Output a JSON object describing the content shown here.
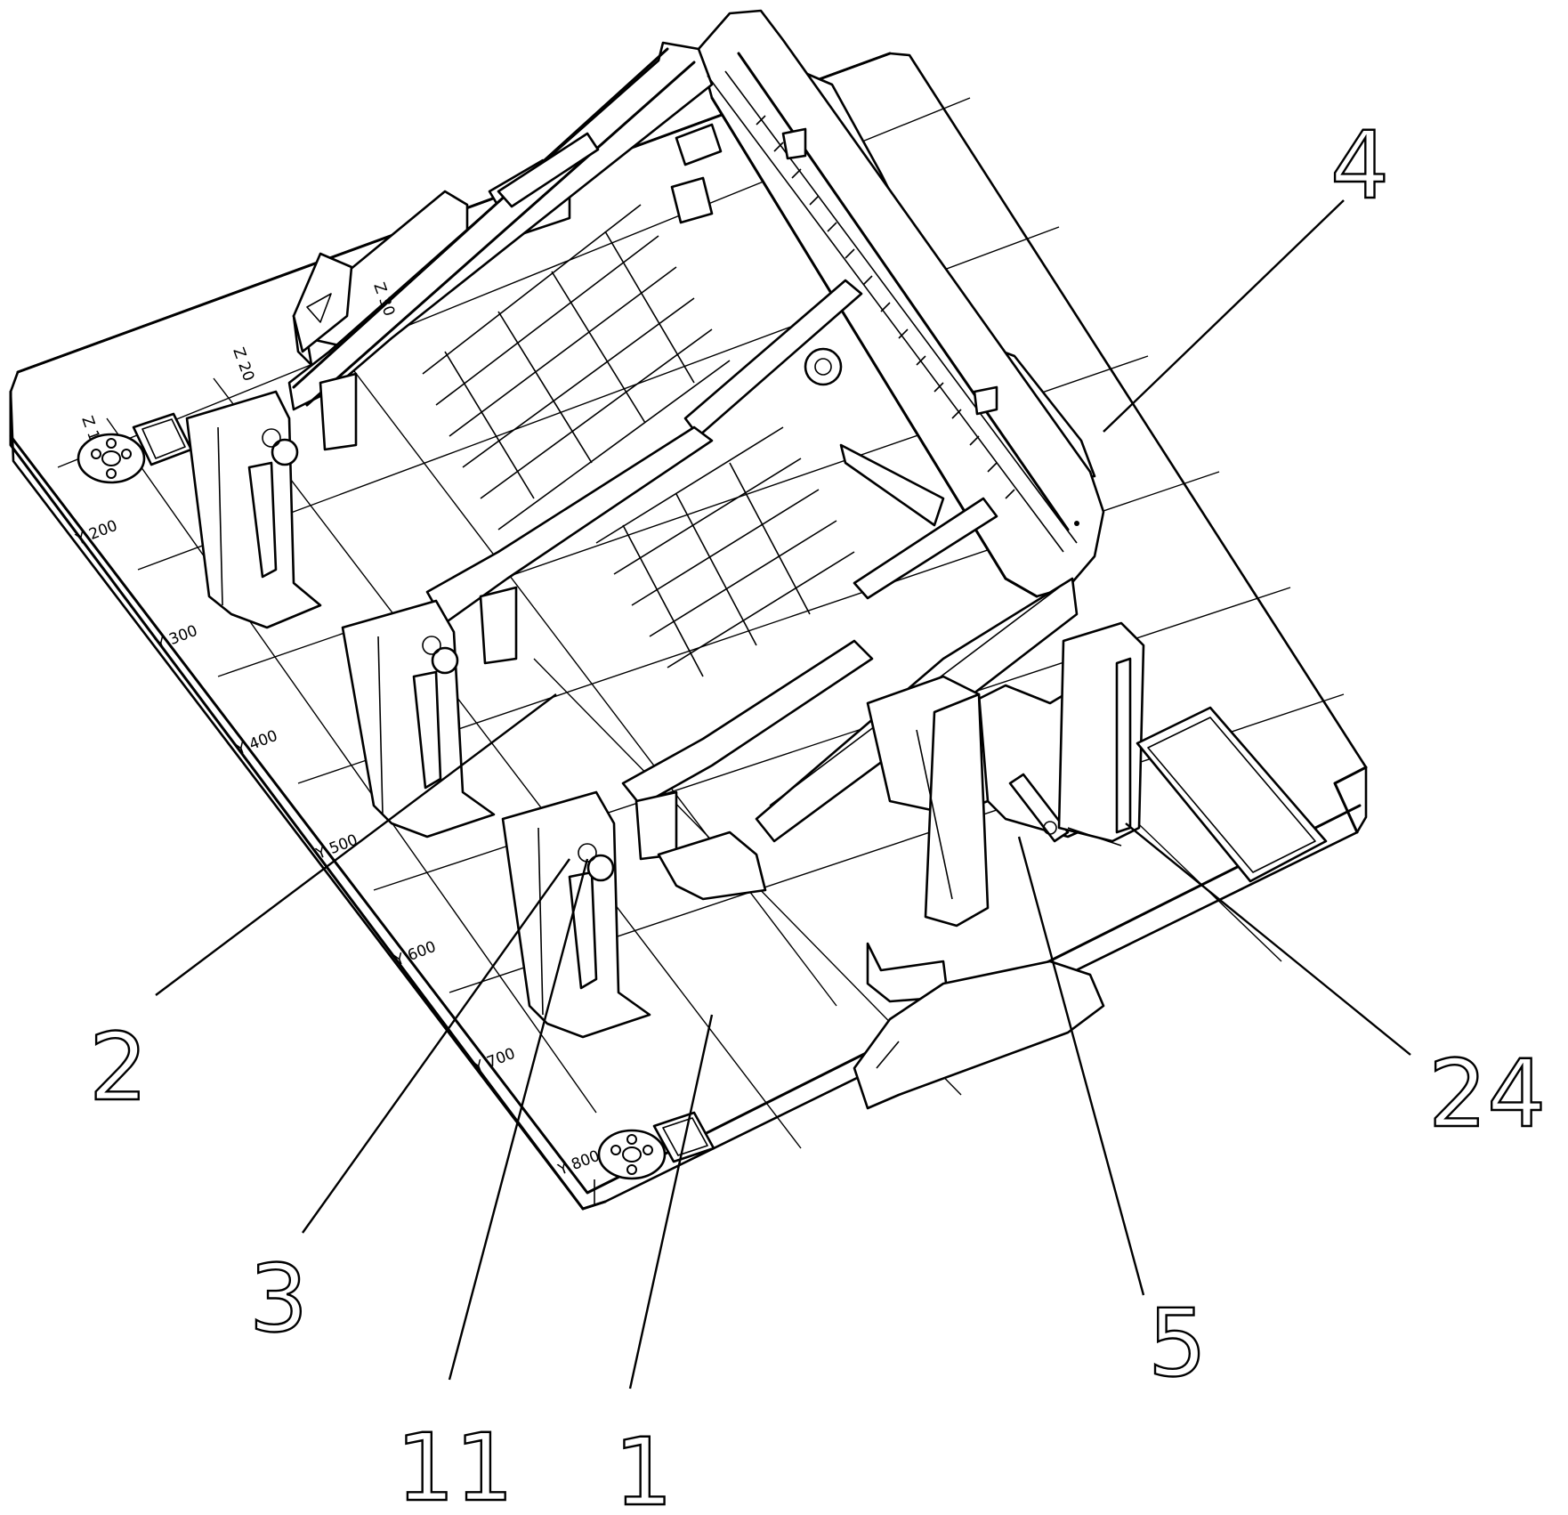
{
  "callouts": {
    "c4": "4",
    "c2": "2",
    "c24": "24",
    "c5": "5",
    "c3": "3",
    "c11": "11",
    "c1": "1"
  },
  "scale_labels": {
    "y200": "Y 200",
    "y300": "Y 300",
    "y400": "Y 400",
    "y500": "Y 500",
    "y600": "Y 600",
    "y700": "Y 700",
    "y800": "Y 800",
    "z1": "Z 1",
    "z2": "Z 20",
    "z3": "Z 30"
  }
}
